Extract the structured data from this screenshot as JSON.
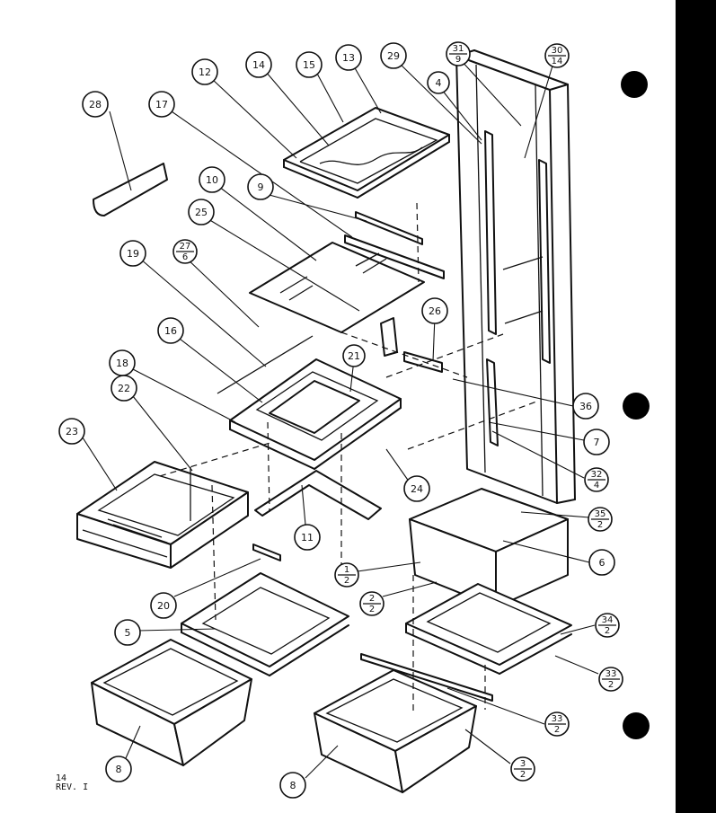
{
  "doc": {
    "page_number": "14",
    "revision": "REV. I"
  },
  "callouts": [
    {
      "id": "c28",
      "text": "28",
      "den": ""
    },
    {
      "id": "c12",
      "text": "12",
      "den": ""
    },
    {
      "id": "c14",
      "text": "14",
      "den": ""
    },
    {
      "id": "c15",
      "text": "15",
      "den": ""
    },
    {
      "id": "c13",
      "text": "13",
      "den": ""
    },
    {
      "id": "c29",
      "text": "29",
      "den": ""
    },
    {
      "id": "c31",
      "text": "31",
      "den": "9"
    },
    {
      "id": "c30",
      "text": "30",
      "den": "14"
    },
    {
      "id": "c4",
      "text": "4",
      "den": ""
    },
    {
      "id": "c17",
      "text": "17",
      "den": ""
    },
    {
      "id": "c10",
      "text": "10",
      "den": ""
    },
    {
      "id": "c9",
      "text": "9",
      "den": ""
    },
    {
      "id": "c25",
      "text": "25",
      "den": ""
    },
    {
      "id": "c27",
      "text": "27",
      "den": "6"
    },
    {
      "id": "c19",
      "text": "19",
      "den": ""
    },
    {
      "id": "c26",
      "text": "26",
      "den": ""
    },
    {
      "id": "c16",
      "text": "16",
      "den": ""
    },
    {
      "id": "c21",
      "text": "21",
      "den": ""
    },
    {
      "id": "c18",
      "text": "18",
      "den": ""
    },
    {
      "id": "c36",
      "text": "36",
      "den": ""
    },
    {
      "id": "c22",
      "text": "22",
      "den": ""
    },
    {
      "id": "c7",
      "text": "7",
      "den": ""
    },
    {
      "id": "c23",
      "text": "23",
      "den": ""
    },
    {
      "id": "c32",
      "text": "32",
      "den": "4"
    },
    {
      "id": "c24",
      "text": "24",
      "den": ""
    },
    {
      "id": "c11",
      "text": "11",
      "den": ""
    },
    {
      "id": "c35",
      "text": "35",
      "den": "2"
    },
    {
      "id": "c6",
      "text": "6",
      "den": ""
    },
    {
      "id": "c1",
      "text": "1",
      "den": "2"
    },
    {
      "id": "c2",
      "text": "2",
      "den": "2"
    },
    {
      "id": "c20",
      "text": "20",
      "den": ""
    },
    {
      "id": "c5",
      "text": "5",
      "den": ""
    },
    {
      "id": "c34",
      "text": "34",
      "den": "2"
    },
    {
      "id": "c33a",
      "text": "33",
      "den": "2"
    },
    {
      "id": "c33b",
      "text": "33",
      "den": "2"
    },
    {
      "id": "c3",
      "text": "3",
      "den": "2"
    },
    {
      "id": "c8a",
      "text": "8",
      "den": ""
    },
    {
      "id": "c8b",
      "text": "8",
      "den": ""
    }
  ]
}
